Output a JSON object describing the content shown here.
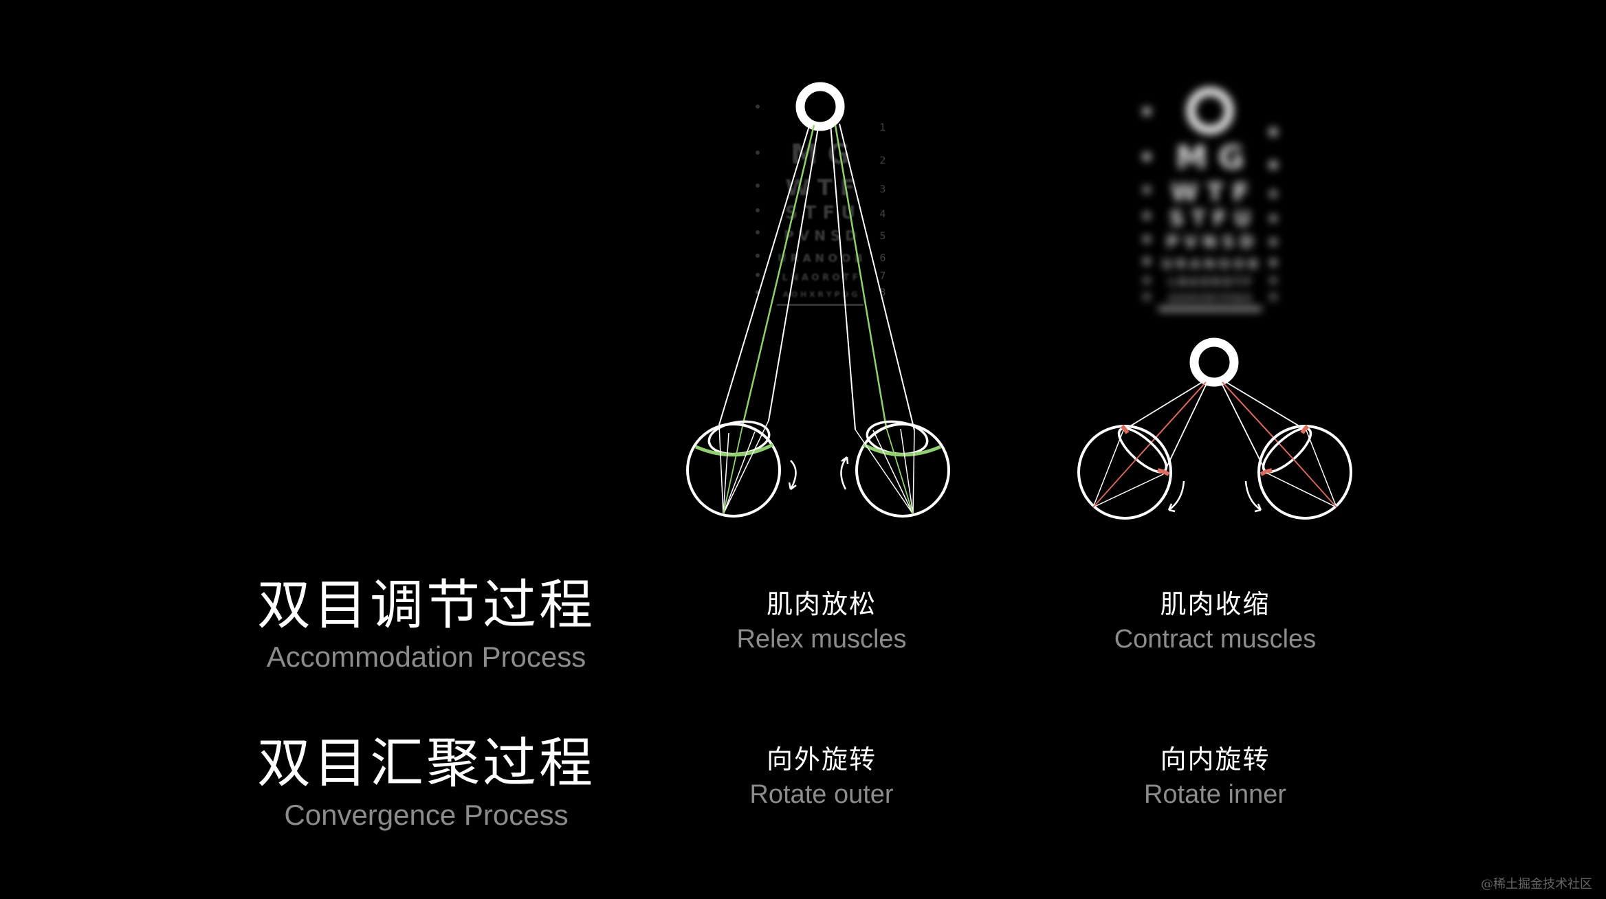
{
  "rows": {
    "accommodation": {
      "title_zh": "双目调节过程",
      "title_en": "Accommodation Process",
      "left": {
        "zh": "肌肉放松",
        "en": "Relex muscles"
      },
      "right": {
        "zh": "肌肉收缩",
        "en": "Contract muscles"
      }
    },
    "convergence": {
      "title_zh": "双目汇聚过程",
      "title_en": "Convergence Process",
      "left": {
        "zh": "向外旋转",
        "en": "Rotate outer"
      },
      "right": {
        "zh": "向内旋转",
        "en": "Rotate inner"
      }
    }
  },
  "eye_chart": {
    "row_numbers": [
      "1",
      "2",
      "3",
      "4",
      "5",
      "6",
      "7",
      "8"
    ],
    "rows": [
      "M G",
      "W T F",
      "S T F U",
      "P V N S D",
      "U R A N O O B",
      "L N A O R O T F",
      "A O H X R Y P D G"
    ]
  },
  "colors": {
    "background": "#000000",
    "relaxed": "#8fd16a",
    "contracted": "#e06b5a",
    "secondary_text": "#8c8c8c"
  },
  "watermark": "@稀土掘金技术社区"
}
